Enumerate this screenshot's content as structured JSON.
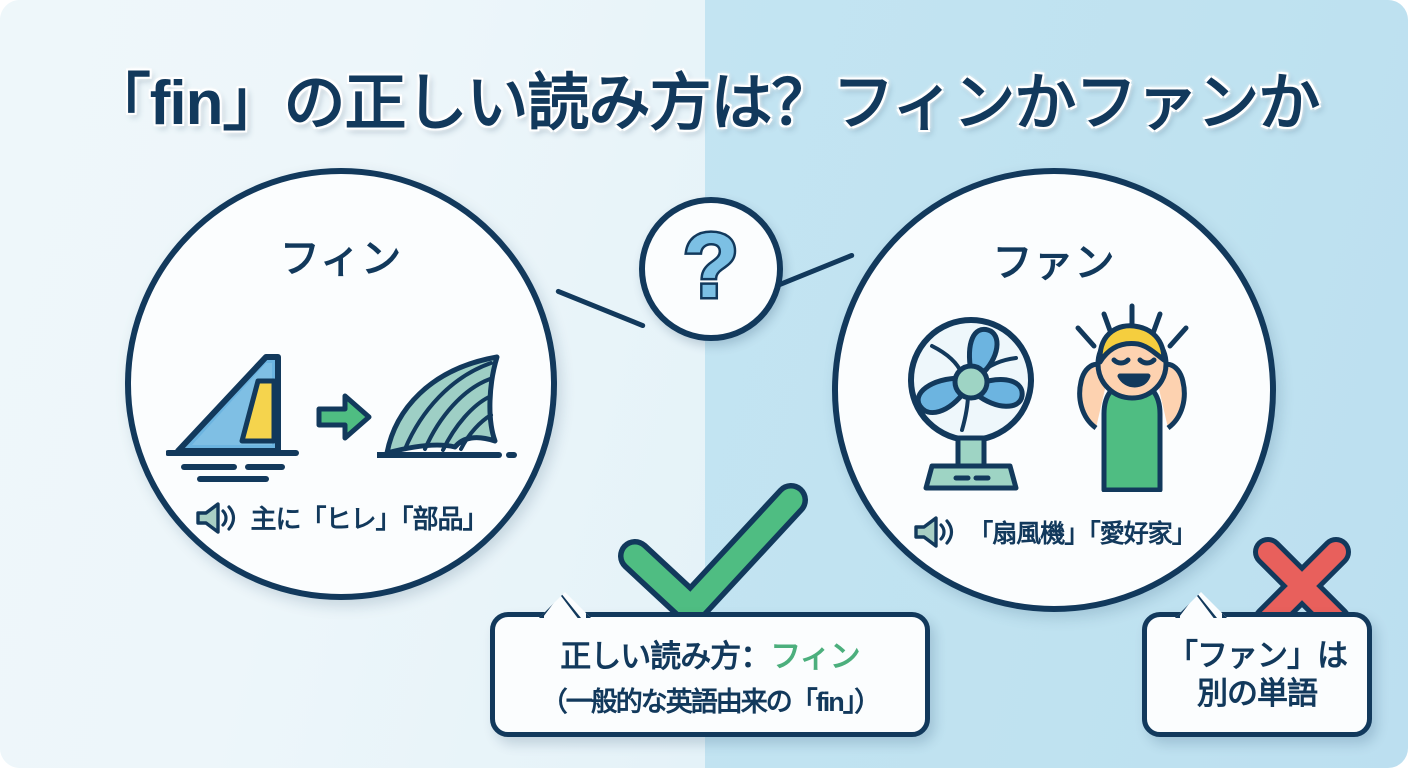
{
  "title": "「fin」の正しい読み方は？フィンかファンか",
  "colors": {
    "navy": "#12395c",
    "bg_left": "#eef7fa",
    "bg_right": "#bfe2f0",
    "accent_green": "#4caf7d",
    "accent_red": "#e8605c",
    "qmark_blue": "#7cc0e4",
    "fin_teal": "#9ecfc5",
    "plane_blue": "#6cb4e0",
    "plane_yellow": "#f5d44d",
    "hair_yellow": "#f5ce3e",
    "skin": "#fdd2b0",
    "shirt_green": "#4fbd82"
  },
  "center_badge": {
    "symbol": "?",
    "icon": "question-mark"
  },
  "left_circle": {
    "title": "フィン",
    "caption": "主に「ヒレ」「部品」",
    "speaker_icon": "speaker-icon",
    "art": [
      "airplane-tail-fin-icon",
      "arrow-right-icon",
      "fish-fin-icon"
    ]
  },
  "right_circle": {
    "title": "ファン",
    "caption": "「扇風機」「愛好家」",
    "speaker_icon": "speaker-icon",
    "art": [
      "electric-fan-icon",
      "cheering-person-icon"
    ]
  },
  "callout_main": {
    "line1_prefix": "正しい読み方：",
    "line1_accent": "フィン",
    "line2": "（一般的な英語由来の「fin」）",
    "mark": "check-mark"
  },
  "callout_side": {
    "line1": "「ファン」は",
    "line2": "別の単語",
    "mark": "cross-mark"
  }
}
